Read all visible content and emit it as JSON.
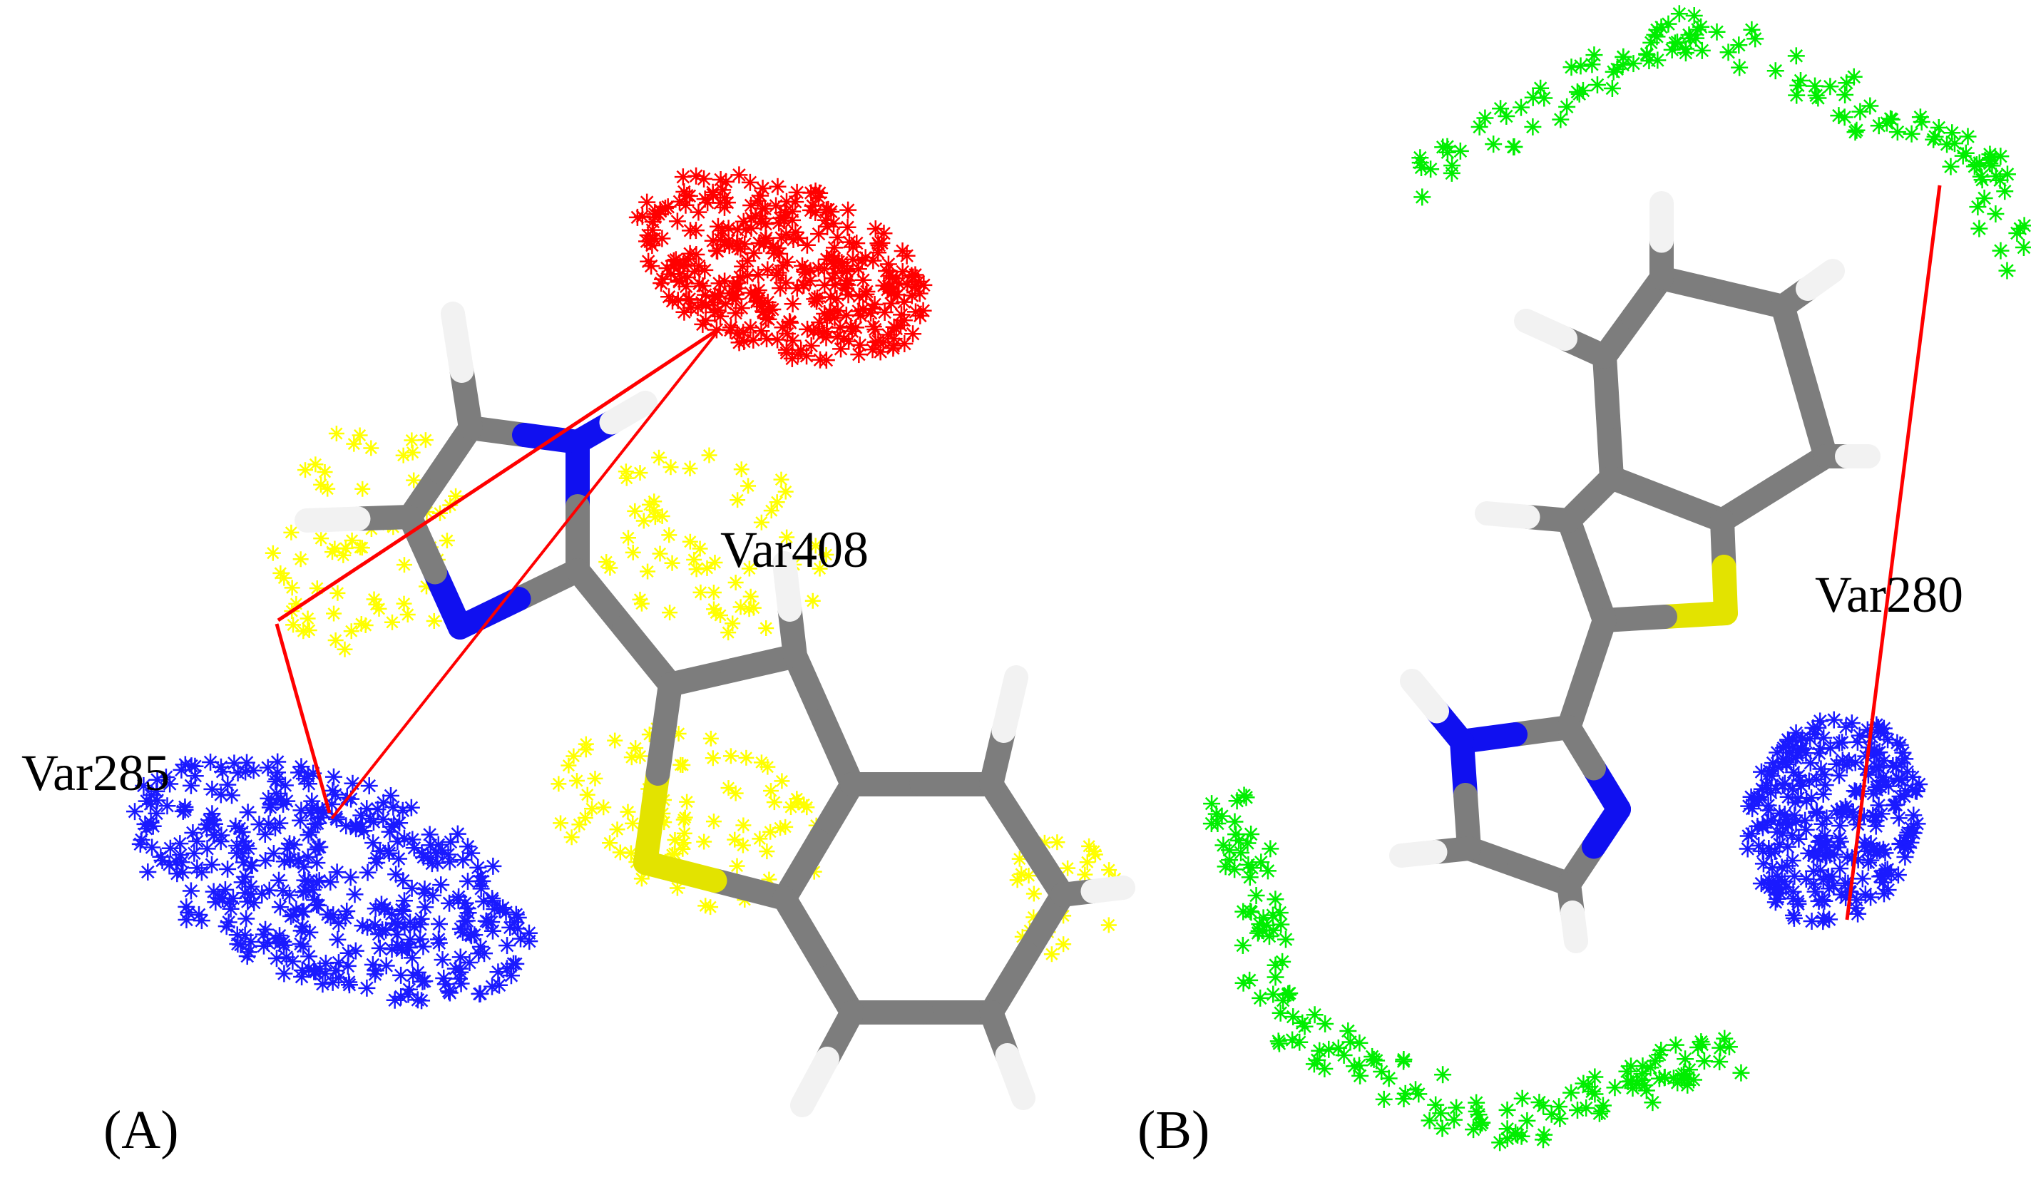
{
  "figure": {
    "panel_a": {
      "label": "(A)",
      "annotations": [
        "Var285",
        "Var408"
      ]
    },
    "panel_b": {
      "label": "(B)",
      "annotations": [
        "Var280"
      ]
    }
  },
  "colors": {
    "carbon": "#7d7d7d",
    "hydrogen": "#f2f2f2",
    "nitrogen": "#1010f0",
    "sulfur": "#e3e300",
    "field_red": "#ff0000",
    "field_yellow": "#ffff00",
    "field_blue": "#1a1aff",
    "field_green": "#00ee00",
    "distance_line": "#ff0000"
  },
  "icons": {
    "field_point": "asterisk-cross-marker",
    "bond": "stick-bond"
  }
}
